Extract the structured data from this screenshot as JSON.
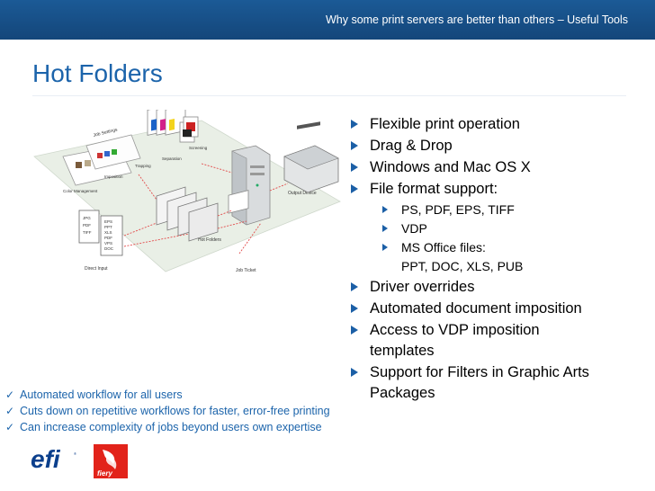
{
  "header": {
    "title": "Why some print servers are better than others – Useful Tools"
  },
  "slide": {
    "heading": "Hot Folders"
  },
  "diagram": {
    "labels": {
      "job_settings": "Job Settings",
      "color_management": "Color Management",
      "imposition": "Imposition",
      "trapping": "Trapping",
      "separation": "Separation",
      "screening": "Screening",
      "output_device": "Output Device",
      "hot_folders": "Hot Folders",
      "direct_input": "Direct Input",
      "job_ticket": "Job Ticket",
      "doc1": [
        "JPG",
        "PDF",
        "TIFF"
      ],
      "doc2": [
        "EPS",
        "PPT",
        "XLS",
        "PDF",
        "VPS",
        "DOC"
      ]
    }
  },
  "bullets": {
    "b1": "Flexible print operation",
    "b2": "Drag & Drop",
    "b3": "Windows and Mac OS X",
    "b4": "File format support:",
    "s1": "PS, PDF, EPS, TIFF",
    "s2": "VDP",
    "s3a": "MS Office files:",
    "s3b": "PPT, DOC, XLS, PUB",
    "b5": "Driver overrides",
    "b6": "Automated document imposition",
    "b7a": "Access to VDP imposition",
    "b7b": "templates",
    "b8a": "Support for Filters in Graphic Arts",
    "b8b": "Packages"
  },
  "checks": [
    "Automated workflow for all users",
    "Cuts down on repetitive workflows for faster, error-free printing",
    "Can increase complexity of jobs beyond users own expertise"
  ],
  "logos": {
    "efi": "efi",
    "fiery": "fiery"
  },
  "colors": {
    "brand_blue": "#1c64ab",
    "bar_blue": "#14467a",
    "fiery_red": "#e2231a"
  }
}
